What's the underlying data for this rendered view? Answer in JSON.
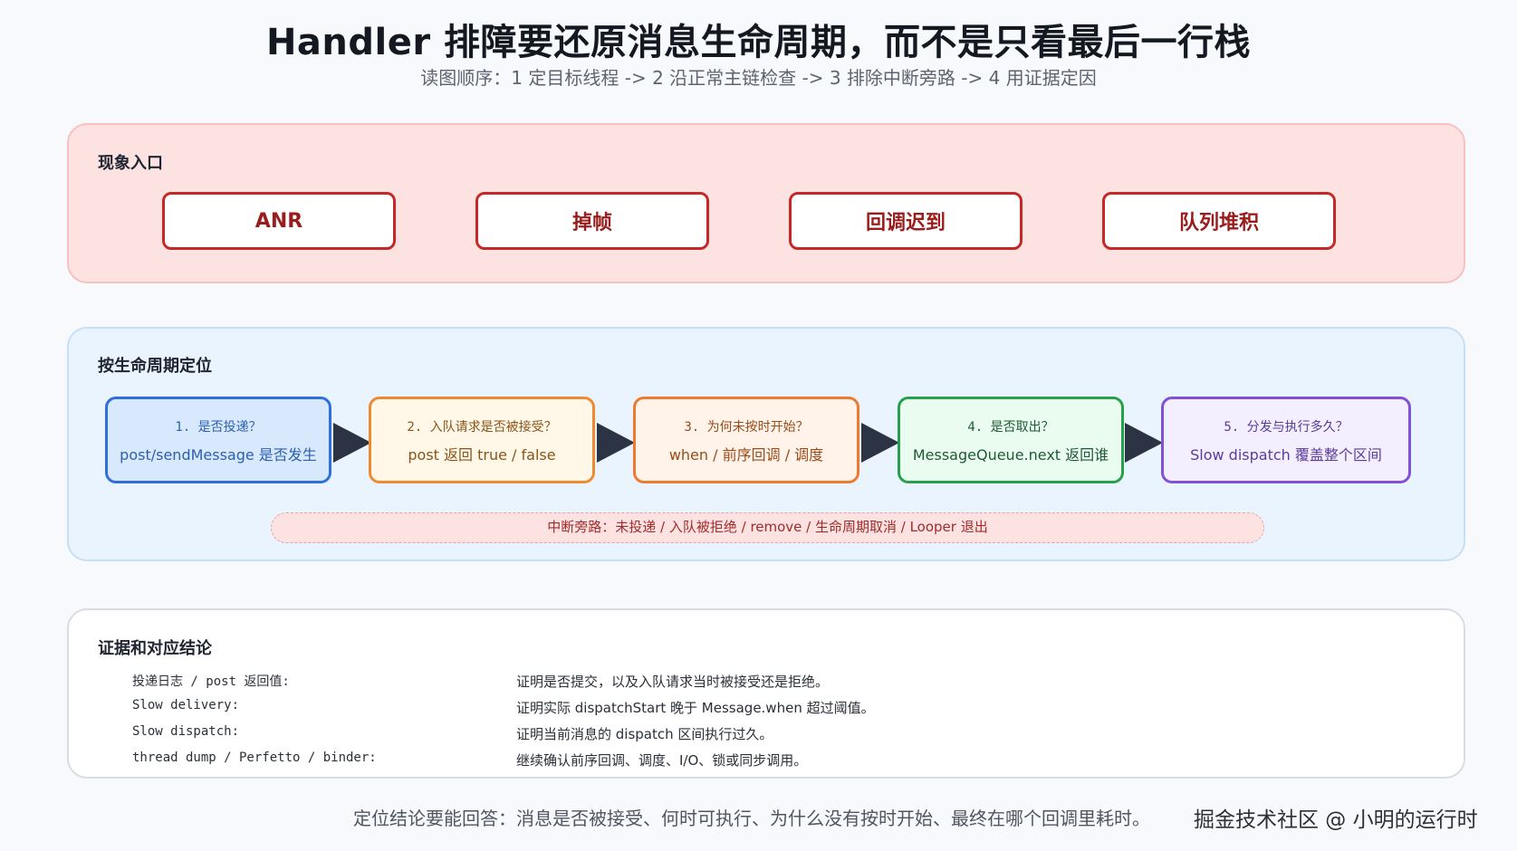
{
  "title": "Handler 排障要还原消息生命周期，而不是只看最后一行栈",
  "subtitle": "读图顺序：1 定目标线程 -> 2 沿正常主链检查 -> 3 排除中断旁路 -> 4 用证据定因",
  "symptoms": {
    "heading": "现象入口",
    "items": [
      "ANR",
      "掉帧",
      "回调迟到",
      "队列堆积"
    ]
  },
  "lifecycle": {
    "heading": "按生命周期定位",
    "steps": [
      {
        "question": "1. 是否投递？",
        "detail": "post/sendMessage 是否发生"
      },
      {
        "question": "2. 入队请求是否被接受？",
        "detail": "post 返回 true / false"
      },
      {
        "question": "3. 为何未按时开始？",
        "detail": "when / 前序回调 / 调度"
      },
      {
        "question": "4. 是否取出？",
        "detail": "MessageQueue.next 返回谁"
      },
      {
        "question": "5. 分发与执行多久？",
        "detail": "Slow dispatch 覆盖整个区间"
      }
    ],
    "bypass": "中断旁路：未投递 / 入队被拒绝 / remove / 生命周期取消 / Looper 退出"
  },
  "evidence": {
    "heading": "证据和对应结论",
    "rows": [
      {
        "key": "投递日志 / post 返回值:",
        "value": "证明是否提交，以及入队请求当时被接受还是拒绝。"
      },
      {
        "key": "Slow delivery:",
        "value": "证明实际 dispatchStart 晚于 Message.when 超过阈值。"
      },
      {
        "key": "Slow dispatch:",
        "value": "证明当前消息的 dispatch 区间执行过久。"
      },
      {
        "key": "thread dump / Perfetto / binder:",
        "value": "继续确认前序回调、调度、I/O、锁或同步调用。"
      }
    ]
  },
  "footer": "定位结论要能回答：消息是否被接受、何时可执行、为什么没有按时开始、最终在哪个回调里耗时。",
  "watermark": "掘金技术社区 @ 小明的运行时",
  "colors": {
    "symptom_border": "#c62828",
    "step1": "#2e6fd9",
    "step2": "#ee8a2f",
    "step3": "#ee7a32",
    "step4": "#27a04b",
    "step5": "#8250d6",
    "arrow": "#2b3344"
  }
}
